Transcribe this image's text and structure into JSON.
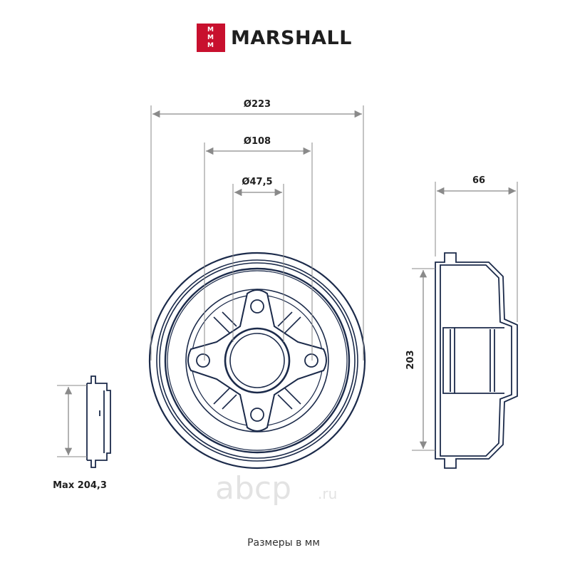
{
  "brand": {
    "name": "MARSHALL",
    "mark_text": "M M M",
    "color": "#c8102e"
  },
  "dimensions": {
    "outer_diameter": "Ø223",
    "pcd_diameter": "Ø108",
    "center_bore": "Ø47,5",
    "height": "66",
    "drum_diameter": "203",
    "max_diameter": "Max 204,3"
  },
  "watermark": {
    "main": "abcp",
    "suffix": ".ru"
  },
  "caption": "Размеры в мм",
  "colors": {
    "line": "#1b2a4a",
    "dim_line": "#8a8a8a"
  }
}
